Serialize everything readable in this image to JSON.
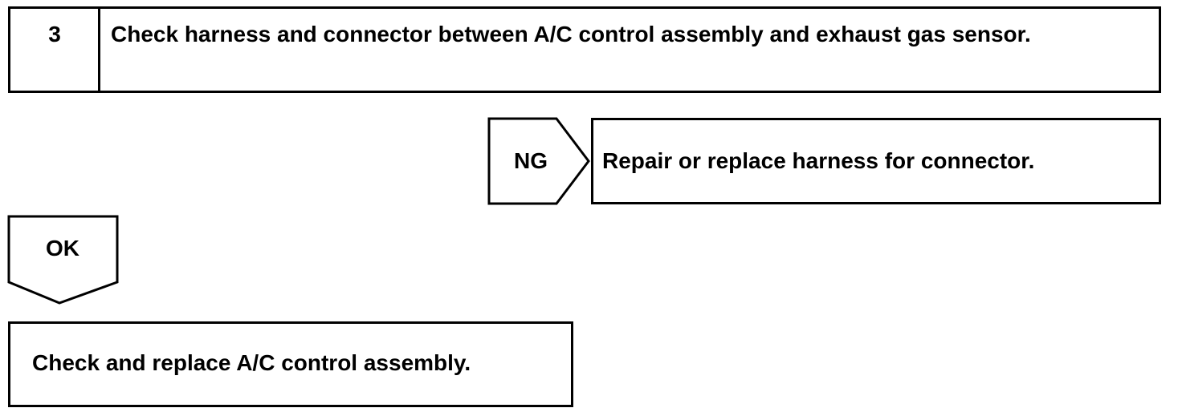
{
  "step": {
    "number": "3",
    "title": "Check harness and connector between A/C control assembly and exhaust gas sensor."
  },
  "ng_branch": {
    "label": "NG",
    "action": "Repair or replace harness for connector."
  },
  "ok_branch": {
    "label": "OK",
    "action": "Check and replace A/C control assembly."
  }
}
